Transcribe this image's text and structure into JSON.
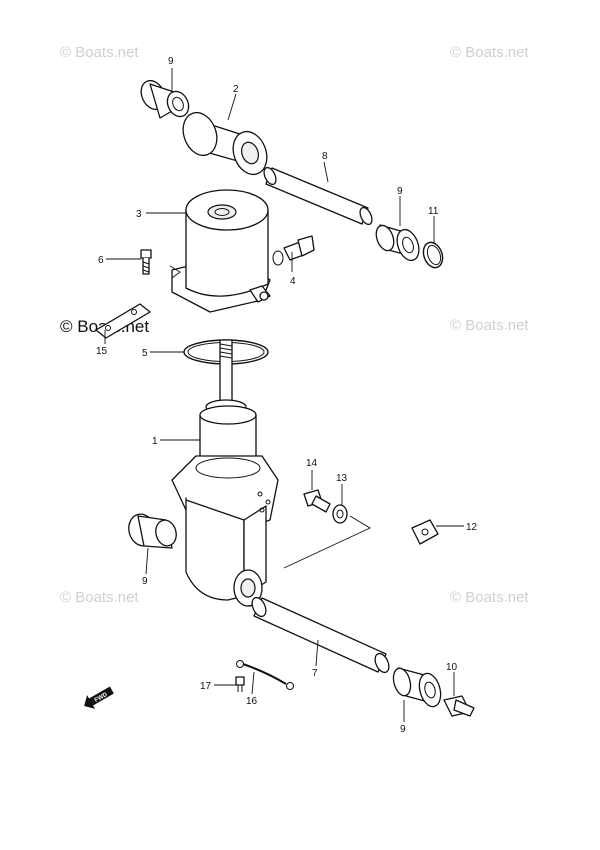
{
  "watermarks": {
    "top_left": "© Boats.net",
    "top_right": "© Boats.net",
    "mid_left": "© Boats.net",
    "mid_right": "© Boats.net",
    "low_left": "© Boats.net",
    "low_right": "© Boats.net"
  },
  "callouts": {
    "c1": "1",
    "c2": "2",
    "c3": "3",
    "c4": "4",
    "c5": "5",
    "c6": "6",
    "c7": "7",
    "c8": "8",
    "c9_top": "9",
    "c9_right": "9",
    "c9_left": "9",
    "c9_bottom": "9",
    "c10": "10",
    "c11": "11",
    "c12": "12",
    "c13": "13",
    "c14": "14",
    "c15": "15",
    "c16": "16",
    "c17": "17"
  },
  "fwd_marker": "FWD"
}
